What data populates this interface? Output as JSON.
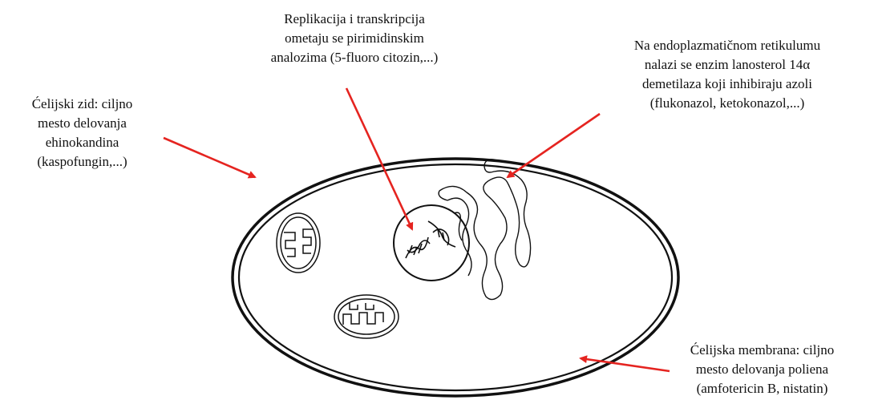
{
  "colors": {
    "arrow": "#e52420",
    "outline": "#111111",
    "background": "#ffffff"
  },
  "labels": {
    "top": [
      "Replikacija  i transkripcija",
      "ometaju se pirimidinskim",
      "analozima (5-fluoro citozin,...)"
    ],
    "right": [
      "Na endoplazmatičnom retikulumu",
      "nalazi se enzim lanosterol 14α",
      "demetilaza  koji inhibiraju azoli",
      "(flukonazol,  ketokonazol,...)"
    ],
    "left": [
      "Ćelijski  zid: ciljno",
      "mesto delovanja",
      "ehinokandina",
      "(kaspofungin,...)"
    ],
    "bottom": [
      "Ćelijska membrana: ciljno",
      "mesto delovanja poliena",
      "(amfotericin B, nistatin)"
    ]
  }
}
